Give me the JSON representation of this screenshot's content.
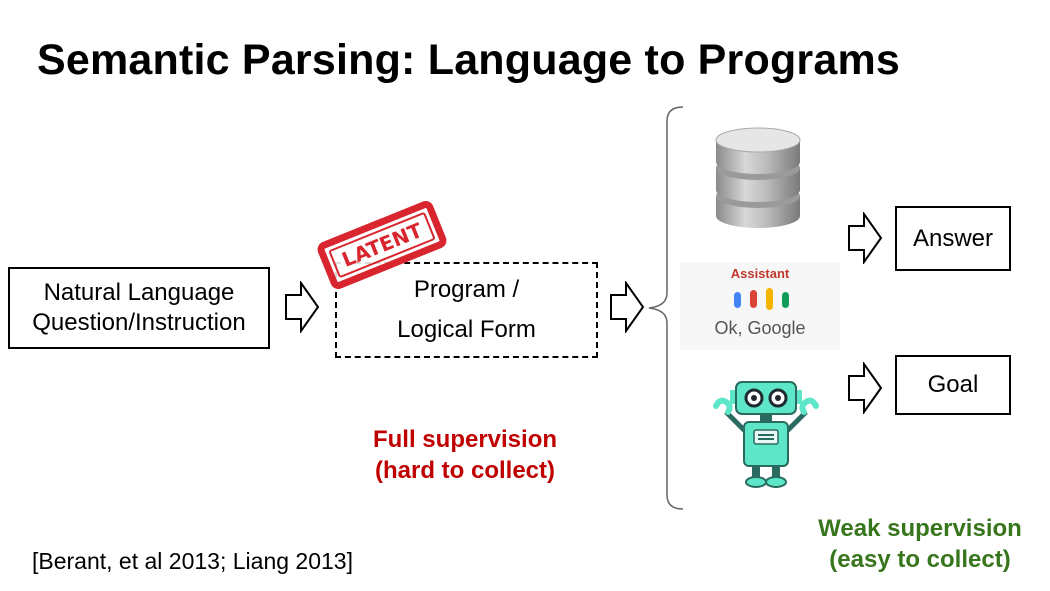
{
  "title": "Semantic Parsing: Language to Programs",
  "input_box": {
    "line1": "Natural Language",
    "line2": "Question/Instruction"
  },
  "program_box": {
    "line1": "Program /",
    "line2": "Logical Form"
  },
  "stamp_text": "LATENT",
  "full_supervision": {
    "line1": "Full supervision",
    "line2": "(hard to collect)"
  },
  "assistant": {
    "label": "Assistant",
    "subtitle": "Ok, Google"
  },
  "outputs": {
    "answer": "Answer",
    "goal": "Goal"
  },
  "weak_supervision": {
    "line1": "Weak supervision",
    "line2": "(easy to collect)"
  },
  "citation": "[Berant, et al 2013; Liang 2013]",
  "colors": {
    "red_text": "#c00000",
    "green_text": "#38761d",
    "stamp": "#d9262e",
    "google_blue": "#4285f4",
    "google_red": "#db4437",
    "google_yellow": "#f4b400",
    "google_green": "#0f9d58",
    "robot": "#5ee6c8"
  },
  "icons": [
    "database-icon",
    "google-assistant-icon",
    "robot-icon",
    "hollow-arrow-icon",
    "curly-brace-icon"
  ]
}
